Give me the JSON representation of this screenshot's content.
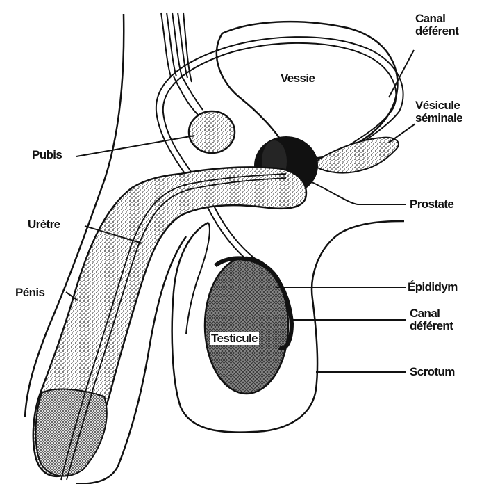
{
  "labels": {
    "vessie": "Vessie",
    "canal_deferent_top": [
      "Canal",
      "déférent"
    ],
    "vesicule_seminale": [
      "Vésicule",
      "séminale"
    ],
    "pubis": "Pubis",
    "uretre": "Urètre",
    "penis": "Pénis",
    "prostate": "Prostate",
    "epididyme": "Épididym",
    "canal_deferent_bottom": [
      "Canal",
      "déférent"
    ],
    "testicule": "Testicule",
    "scrotum": "Scrotum"
  },
  "colors": {
    "ink": "#111111",
    "background": "#ffffff"
  }
}
